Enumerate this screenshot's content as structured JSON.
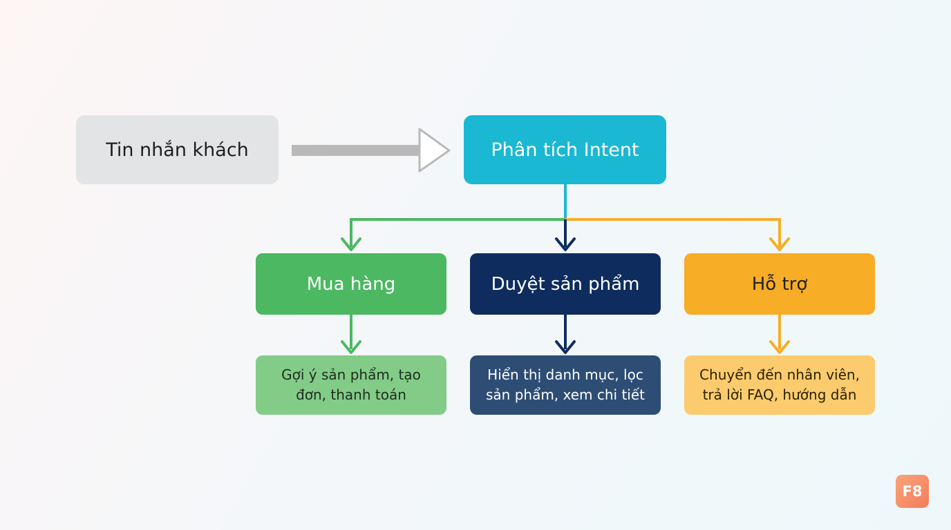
{
  "diagram": {
    "source_node": {
      "label": "Tin nhắn khách"
    },
    "intent_node": {
      "label": "Phân tích Intent"
    },
    "branches": [
      {
        "category": "Mua hàng",
        "detail_line1": "Gợi ý sản phẩm, tạo",
        "detail_line2": "đơn, thanh toán"
      },
      {
        "category": "Duyệt sản phẩm",
        "detail_line1": "Hiển thị danh mục, lọc",
        "detail_line2": "sản phẩm, xem chi tiết"
      },
      {
        "category": "Hỗ trợ",
        "detail_line1": "Chuyển đến nhân viên,",
        "detail_line2": "trả lời FAQ, hướng dẫn"
      }
    ]
  },
  "brand": {
    "logo_text": "F8"
  },
  "colors": {
    "intent": "#1ab8d2",
    "buy": "#4cb862",
    "browse": "#0e2d5e",
    "support": "#f8ad27",
    "arrow_gray": "#b9b9b9"
  }
}
